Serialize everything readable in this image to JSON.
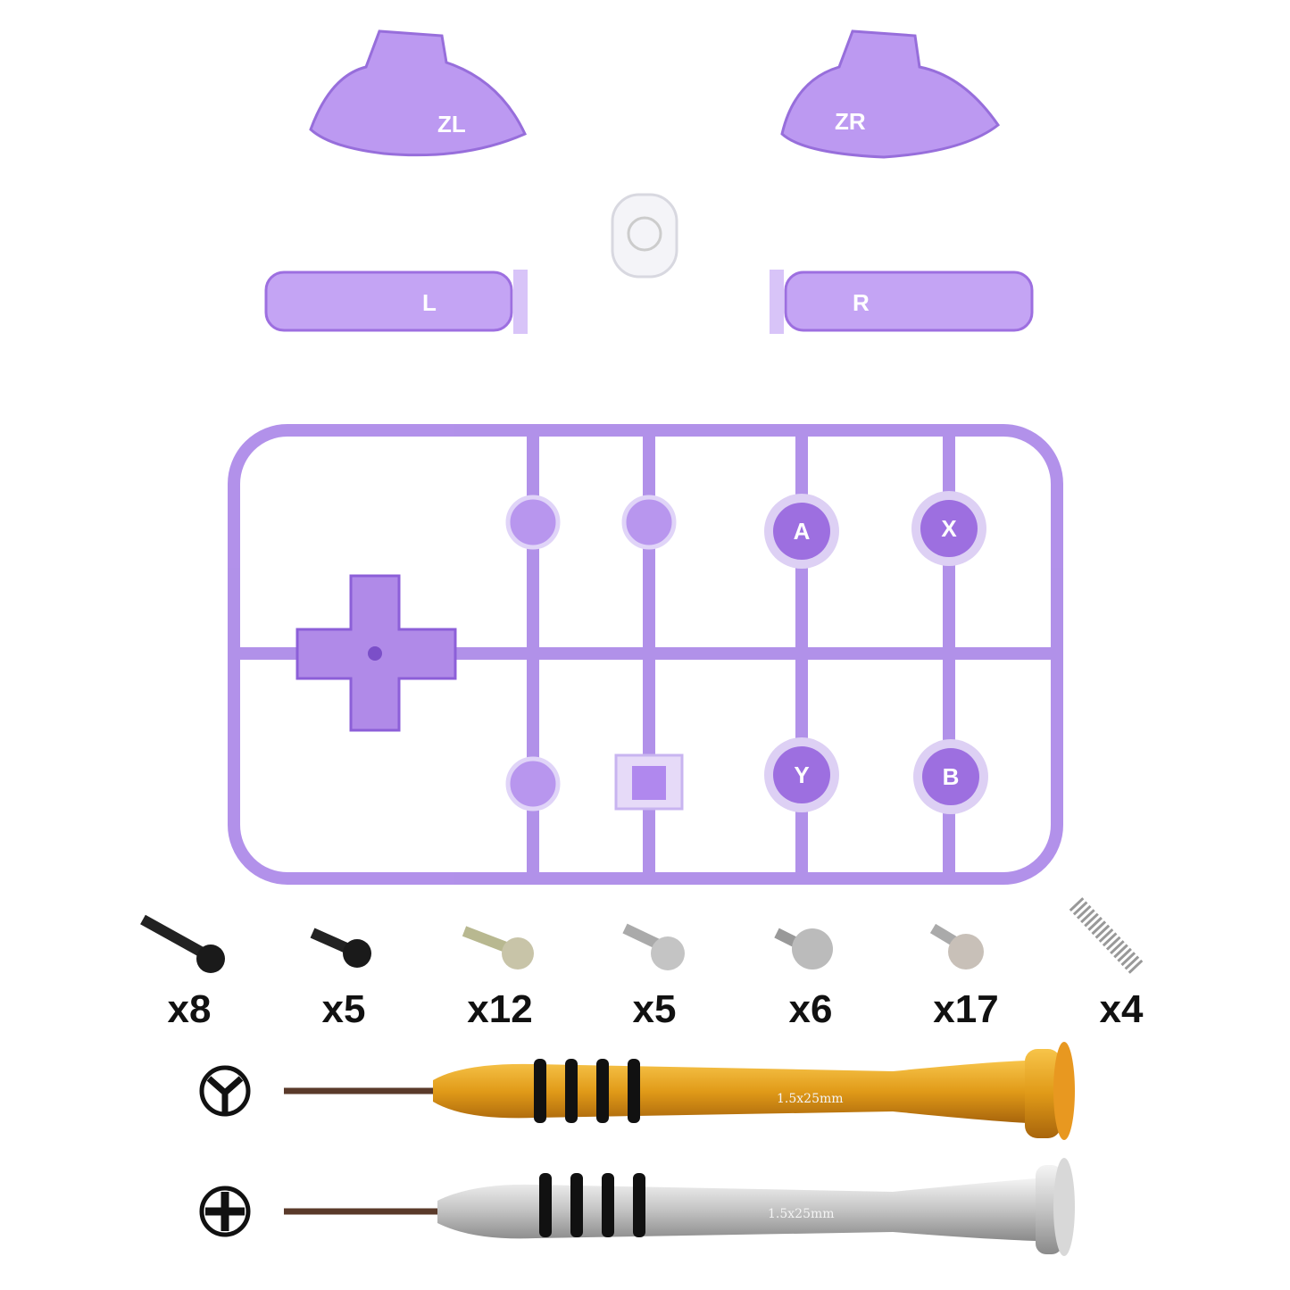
{
  "buttons": {
    "zl": "ZL",
    "zr": "ZR",
    "l": "L",
    "r": "R",
    "a": "A",
    "b": "B",
    "x": "X",
    "y": "Y"
  },
  "screws": [
    {
      "qty": "x8"
    },
    {
      "qty": "x5"
    },
    {
      "qty": "x12"
    },
    {
      "qty": "x5"
    },
    {
      "qty": "x6"
    },
    {
      "qty": "x17"
    },
    {
      "qty": "x4"
    }
  ],
  "screwdrivers": [
    {
      "type": "tri-wing",
      "label": "1.5x25mm",
      "color": "#e8a020"
    },
    {
      "type": "phillips",
      "label": "1.5x25mm",
      "color": "#c8c8c8"
    }
  ],
  "colors": {
    "purple": "#9d6fe0",
    "purple_dark": "#7b4fc8"
  }
}
